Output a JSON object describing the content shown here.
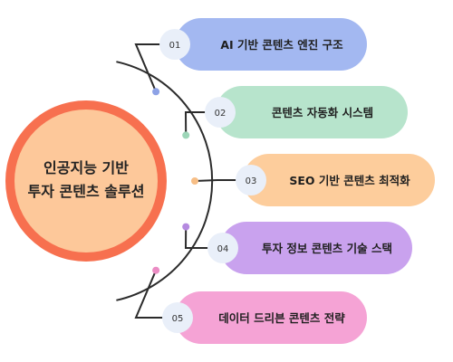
{
  "hub": {
    "line1": "인공지능 기반",
    "line2": "투자 콘텐츠 솔루션",
    "fill_color": "#fdc89a",
    "ring_color": "#f7704f"
  },
  "items": [
    {
      "number": "01",
      "label": "AI 기반 콘텐츠 엔진 구조",
      "color": "#a3b8f1",
      "dot_color": "#8da2e6"
    },
    {
      "number": "02",
      "label": "콘텐츠 자동화 시스템",
      "color": "#b7e4cc",
      "dot_color": "#9dd6b8"
    },
    {
      "number": "03",
      "label": "SEO 기반 콘텐츠 최적화",
      "color": "#fdcd9c",
      "dot_color": "#f7be86"
    },
    {
      "number": "04",
      "label": "투자 정보 콘텐츠 기술 스택",
      "color": "#c9a2ee",
      "dot_color": "#b58ae0"
    },
    {
      "number": "05",
      "label": "데이터 드리븐 콘텐츠 전략",
      "color": "#f5a3d5",
      "dot_color": "#eb8cc4"
    }
  ]
}
